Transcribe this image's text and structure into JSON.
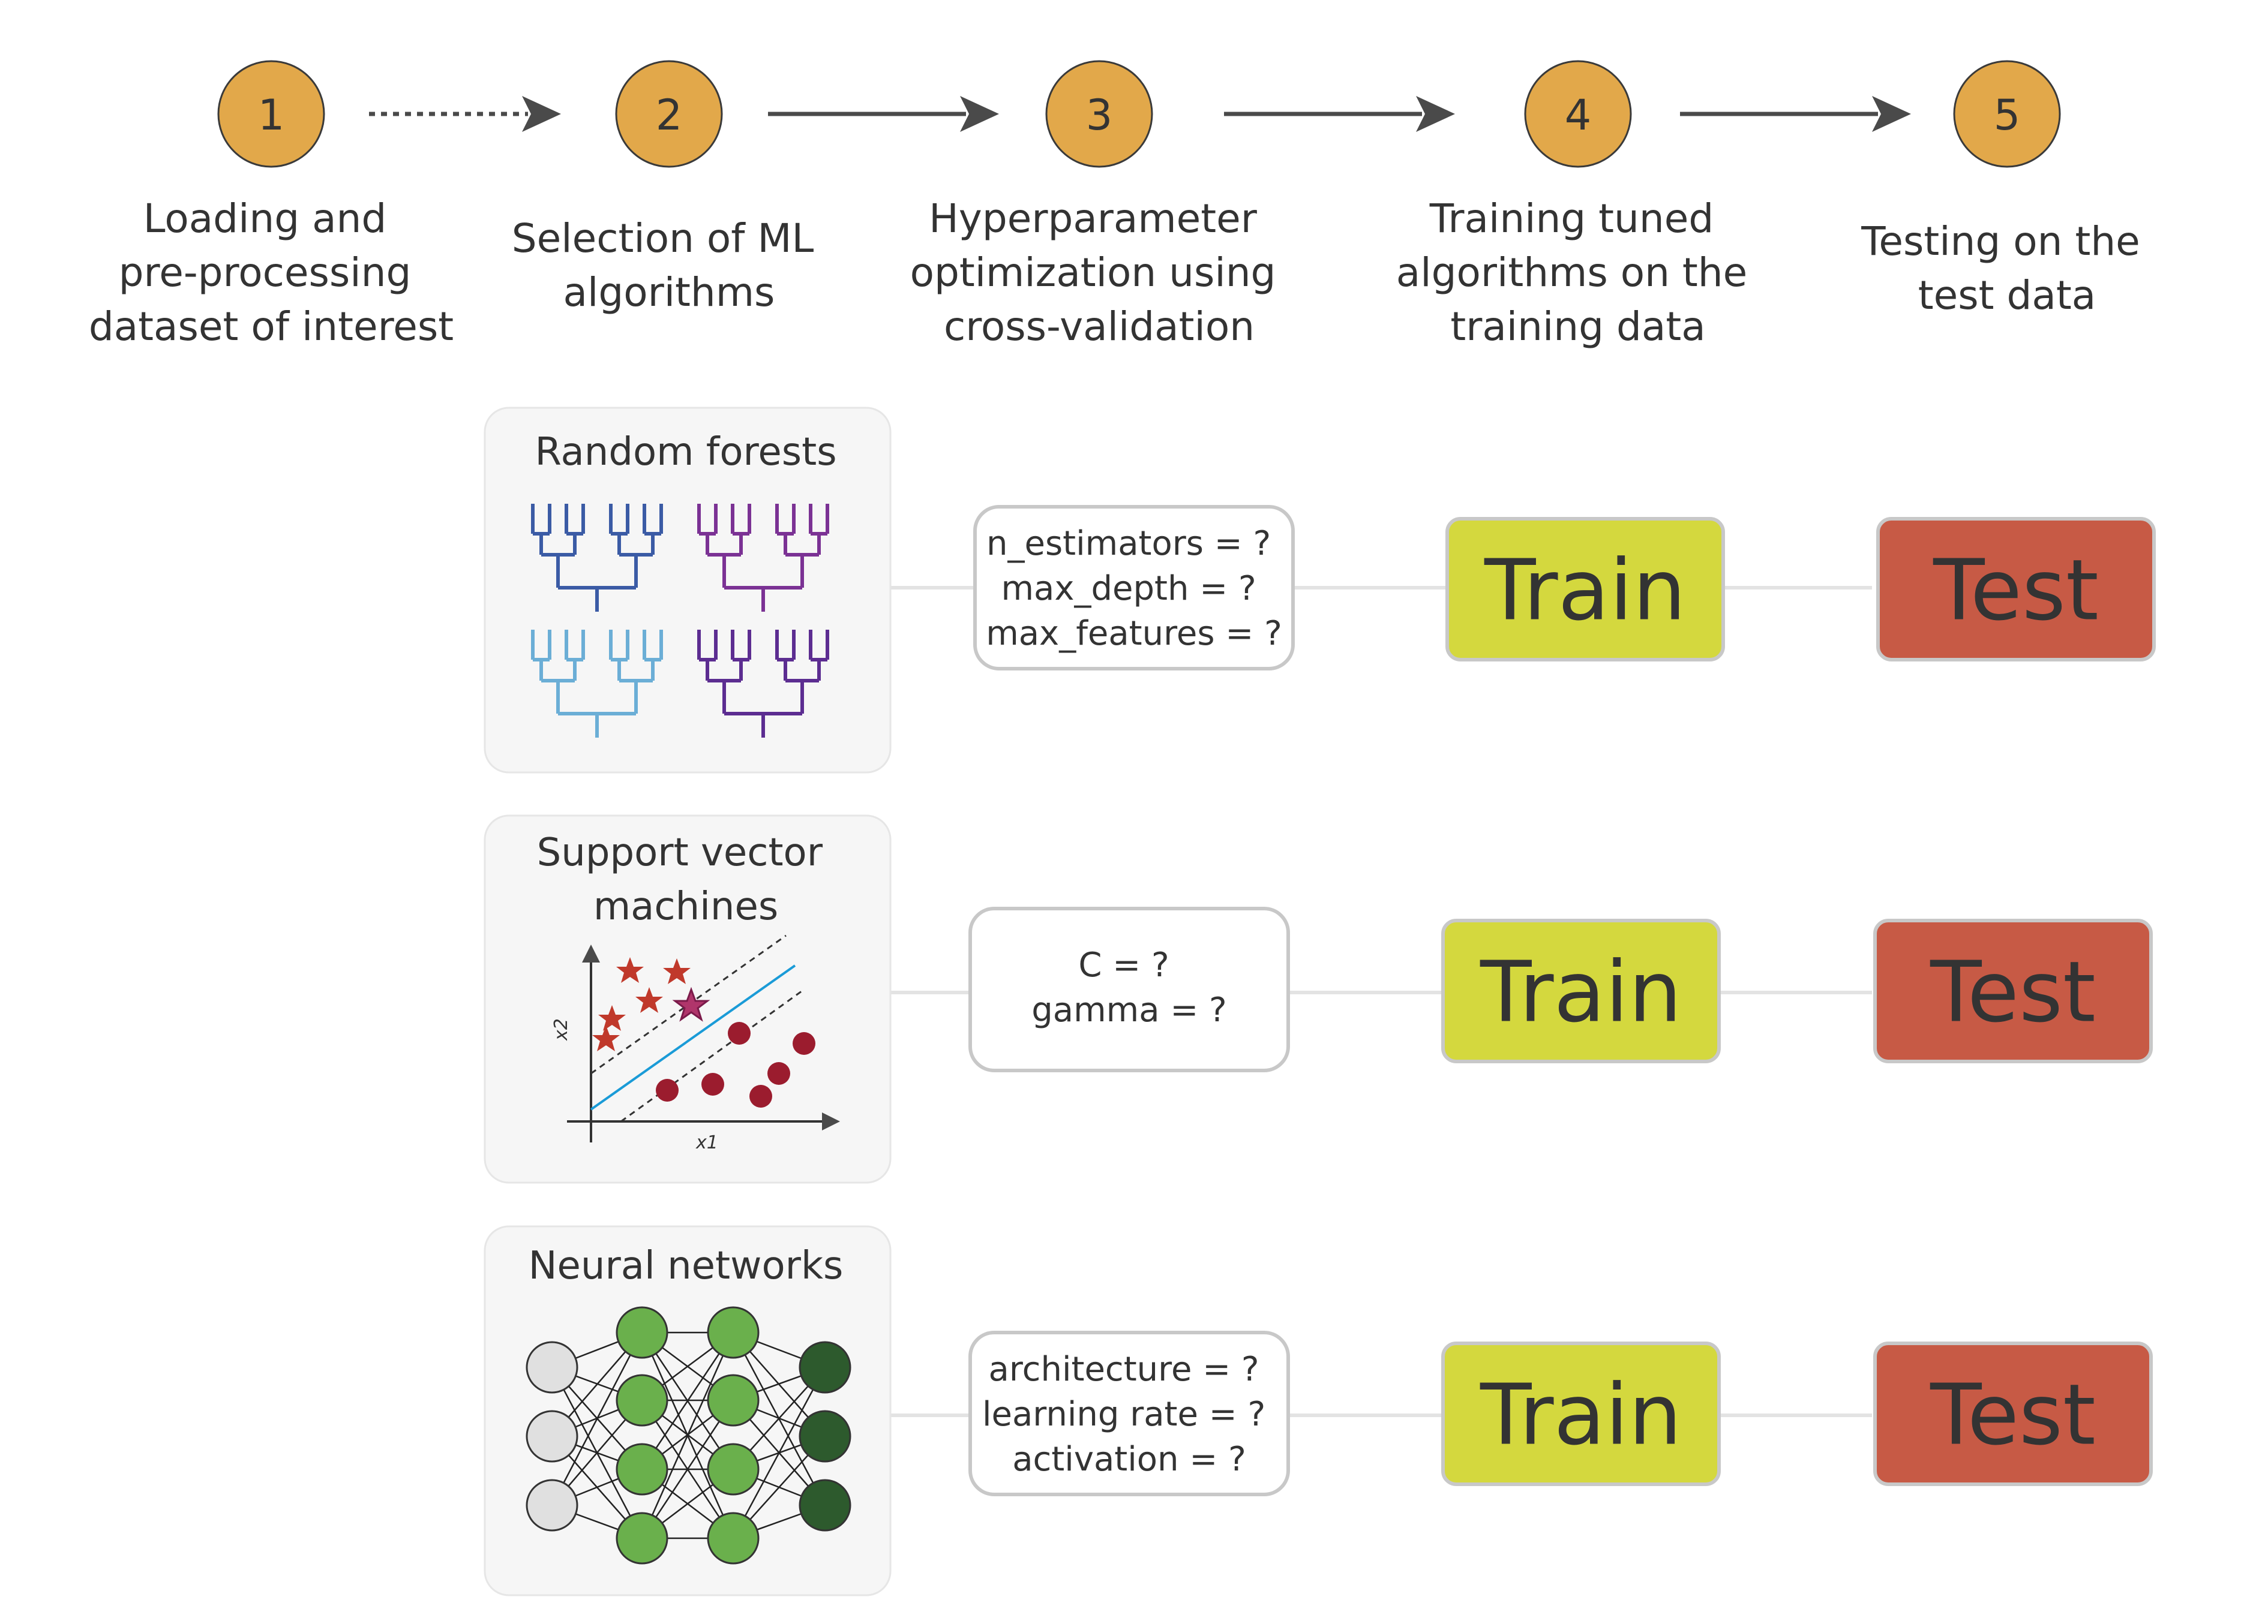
{
  "steps": [
    {
      "number": "1",
      "label_lines": [
        "Loading and",
        "pre-processing",
        "dataset of interest"
      ]
    },
    {
      "number": "2",
      "label_lines": [
        "Selection of ML",
        "algorithms"
      ]
    },
    {
      "number": "3",
      "label_lines": [
        "Hyperparameter",
        "optimization using",
        "cross-validation"
      ]
    },
    {
      "number": "4",
      "label_lines": [
        "Training tuned",
        "algorithms on the",
        "training data"
      ]
    },
    {
      "number": "5",
      "label_lines": [
        "Testing on the",
        "test data"
      ]
    }
  ],
  "algorithms": [
    {
      "title_lines": [
        "Random forests"
      ],
      "icon": "decision-trees-icon",
      "params": [
        "n_estimators = ?",
        "max_depth = ?",
        "max_features = ?"
      ],
      "train_label": "Train",
      "test_label": "Test"
    },
    {
      "title_lines": [
        "Support vector",
        "machines"
      ],
      "icon": "svm-scatter-icon",
      "axis_labels": {
        "x": "x1",
        "y": "x2"
      },
      "params": [
        "C = ?",
        "gamma = ?"
      ],
      "train_label": "Train",
      "test_label": "Test"
    },
    {
      "title_lines": [
        "Neural networks"
      ],
      "icon": "neural-network-icon",
      "params": [
        "architecture = ?",
        "learning rate = ?",
        "activation = ?"
      ],
      "train_label": "Train",
      "test_label": "Test"
    }
  ],
  "colors": {
    "step_circle": "#e2a84a",
    "train": "#d4d83e",
    "test": "#c75a45",
    "tree_colors": [
      "#3b5ba5",
      "#7b3294",
      "#6baed6",
      "#5c2d91"
    ],
    "svm_stars": "#c0392b",
    "svm_dots": "#9b1c2e",
    "svm_hyperplane": "#1a9bd7",
    "nn_input": "#e0e0e0",
    "nn_hidden": "#6ab04c",
    "nn_output": "#2d5a2d"
  }
}
